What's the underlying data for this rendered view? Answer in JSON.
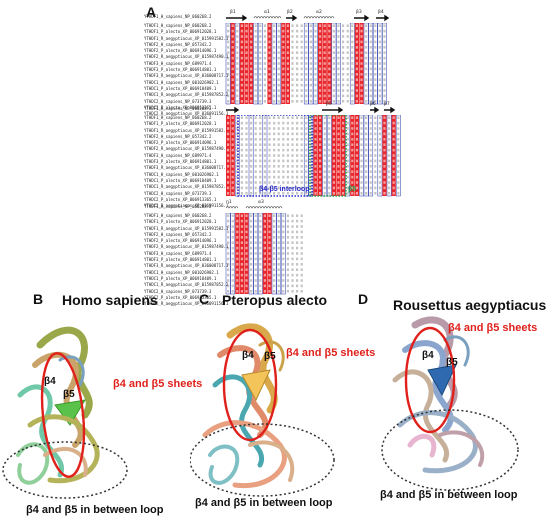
{
  "panel_a": {
    "letter": "A",
    "block1": {
      "header_name": "YTHDF1_H_sapiens_NP_060268.2",
      "sequence_names": [
        "YTHDF1_H_sapiens_NP_060268.2",
        "YTHDF1_P_alecto_XP_006912028.1",
        "YTHDF1_R_aegyptiacus_XP_015991582.1",
        "YTHDF2_H_sapiens_NP_057342.2",
        "YTHDF2_P_alecto_XP_006914096.1",
        "YTHDF2_R_aegyptiacus_XP_015987490.1",
        "YTHDF3_H_sapiens_NP_689971.4",
        "YTHDF3_P_alecto_XP_006914801.1",
        "YTHDF3_R_aegyptiacus_XP_036008717.1",
        "YTHDC1_H_sapiens_NP_001026902.1",
        "YTHDC1_P_alecto_XP_006918409.1",
        "YTHDC1_R_aegyptiacus_XP_015987852.2",
        "YTHDC2_H_sapiens_NP_073739.3",
        "YTHDC2_P_alecto_XP_006913365.1",
        "YTHDC2_R_aegyptiacus_XP_036091156.1"
      ],
      "ss_labels": [
        "β1",
        "α1",
        "β2",
        "α2",
        "β3",
        "β4"
      ]
    },
    "block2": {
      "header_name": "YTHDF1_H_sapiens_NP_060268.2",
      "ss_labels": [
        "β5",
        "β6",
        "β7"
      ],
      "interloop_label": "β4-β5 interloop",
      "b5_label": "β5"
    },
    "block3": {
      "header_name": "YTHDF1_H_sapiens_NP_060268.2",
      "ss_labels": [
        "η1",
        "α3"
      ]
    }
  },
  "panel_b": {
    "letter": "B",
    "species": "Homo sapiens",
    "sheet_label": "β4 and β5 sheets",
    "loop_label": "β4 and β5 in between loop",
    "b4": "β4",
    "b5": "β5"
  },
  "panel_c": {
    "letter": "C",
    "species": "Pteropus alecto",
    "sheet_label": "β4 and β5 sheets",
    "loop_label": "β4 and β5 in between loop",
    "b4": "β4",
    "b5": "β5"
  },
  "panel_d": {
    "letter": "D",
    "species": "Rousettus aegyptiacus",
    "sheet_label": "β4 and β5 sheets",
    "loop_label": "β4 and β5 in between loop",
    "b4": "β4",
    "b5": "β5"
  },
  "colors": {
    "conserved_red": "#e8262b",
    "similar_outline": "#2233aa",
    "annotation_red": "#e0201b",
    "interloop_blue": "#2b2bc8",
    "b5_green": "#27a045"
  }
}
